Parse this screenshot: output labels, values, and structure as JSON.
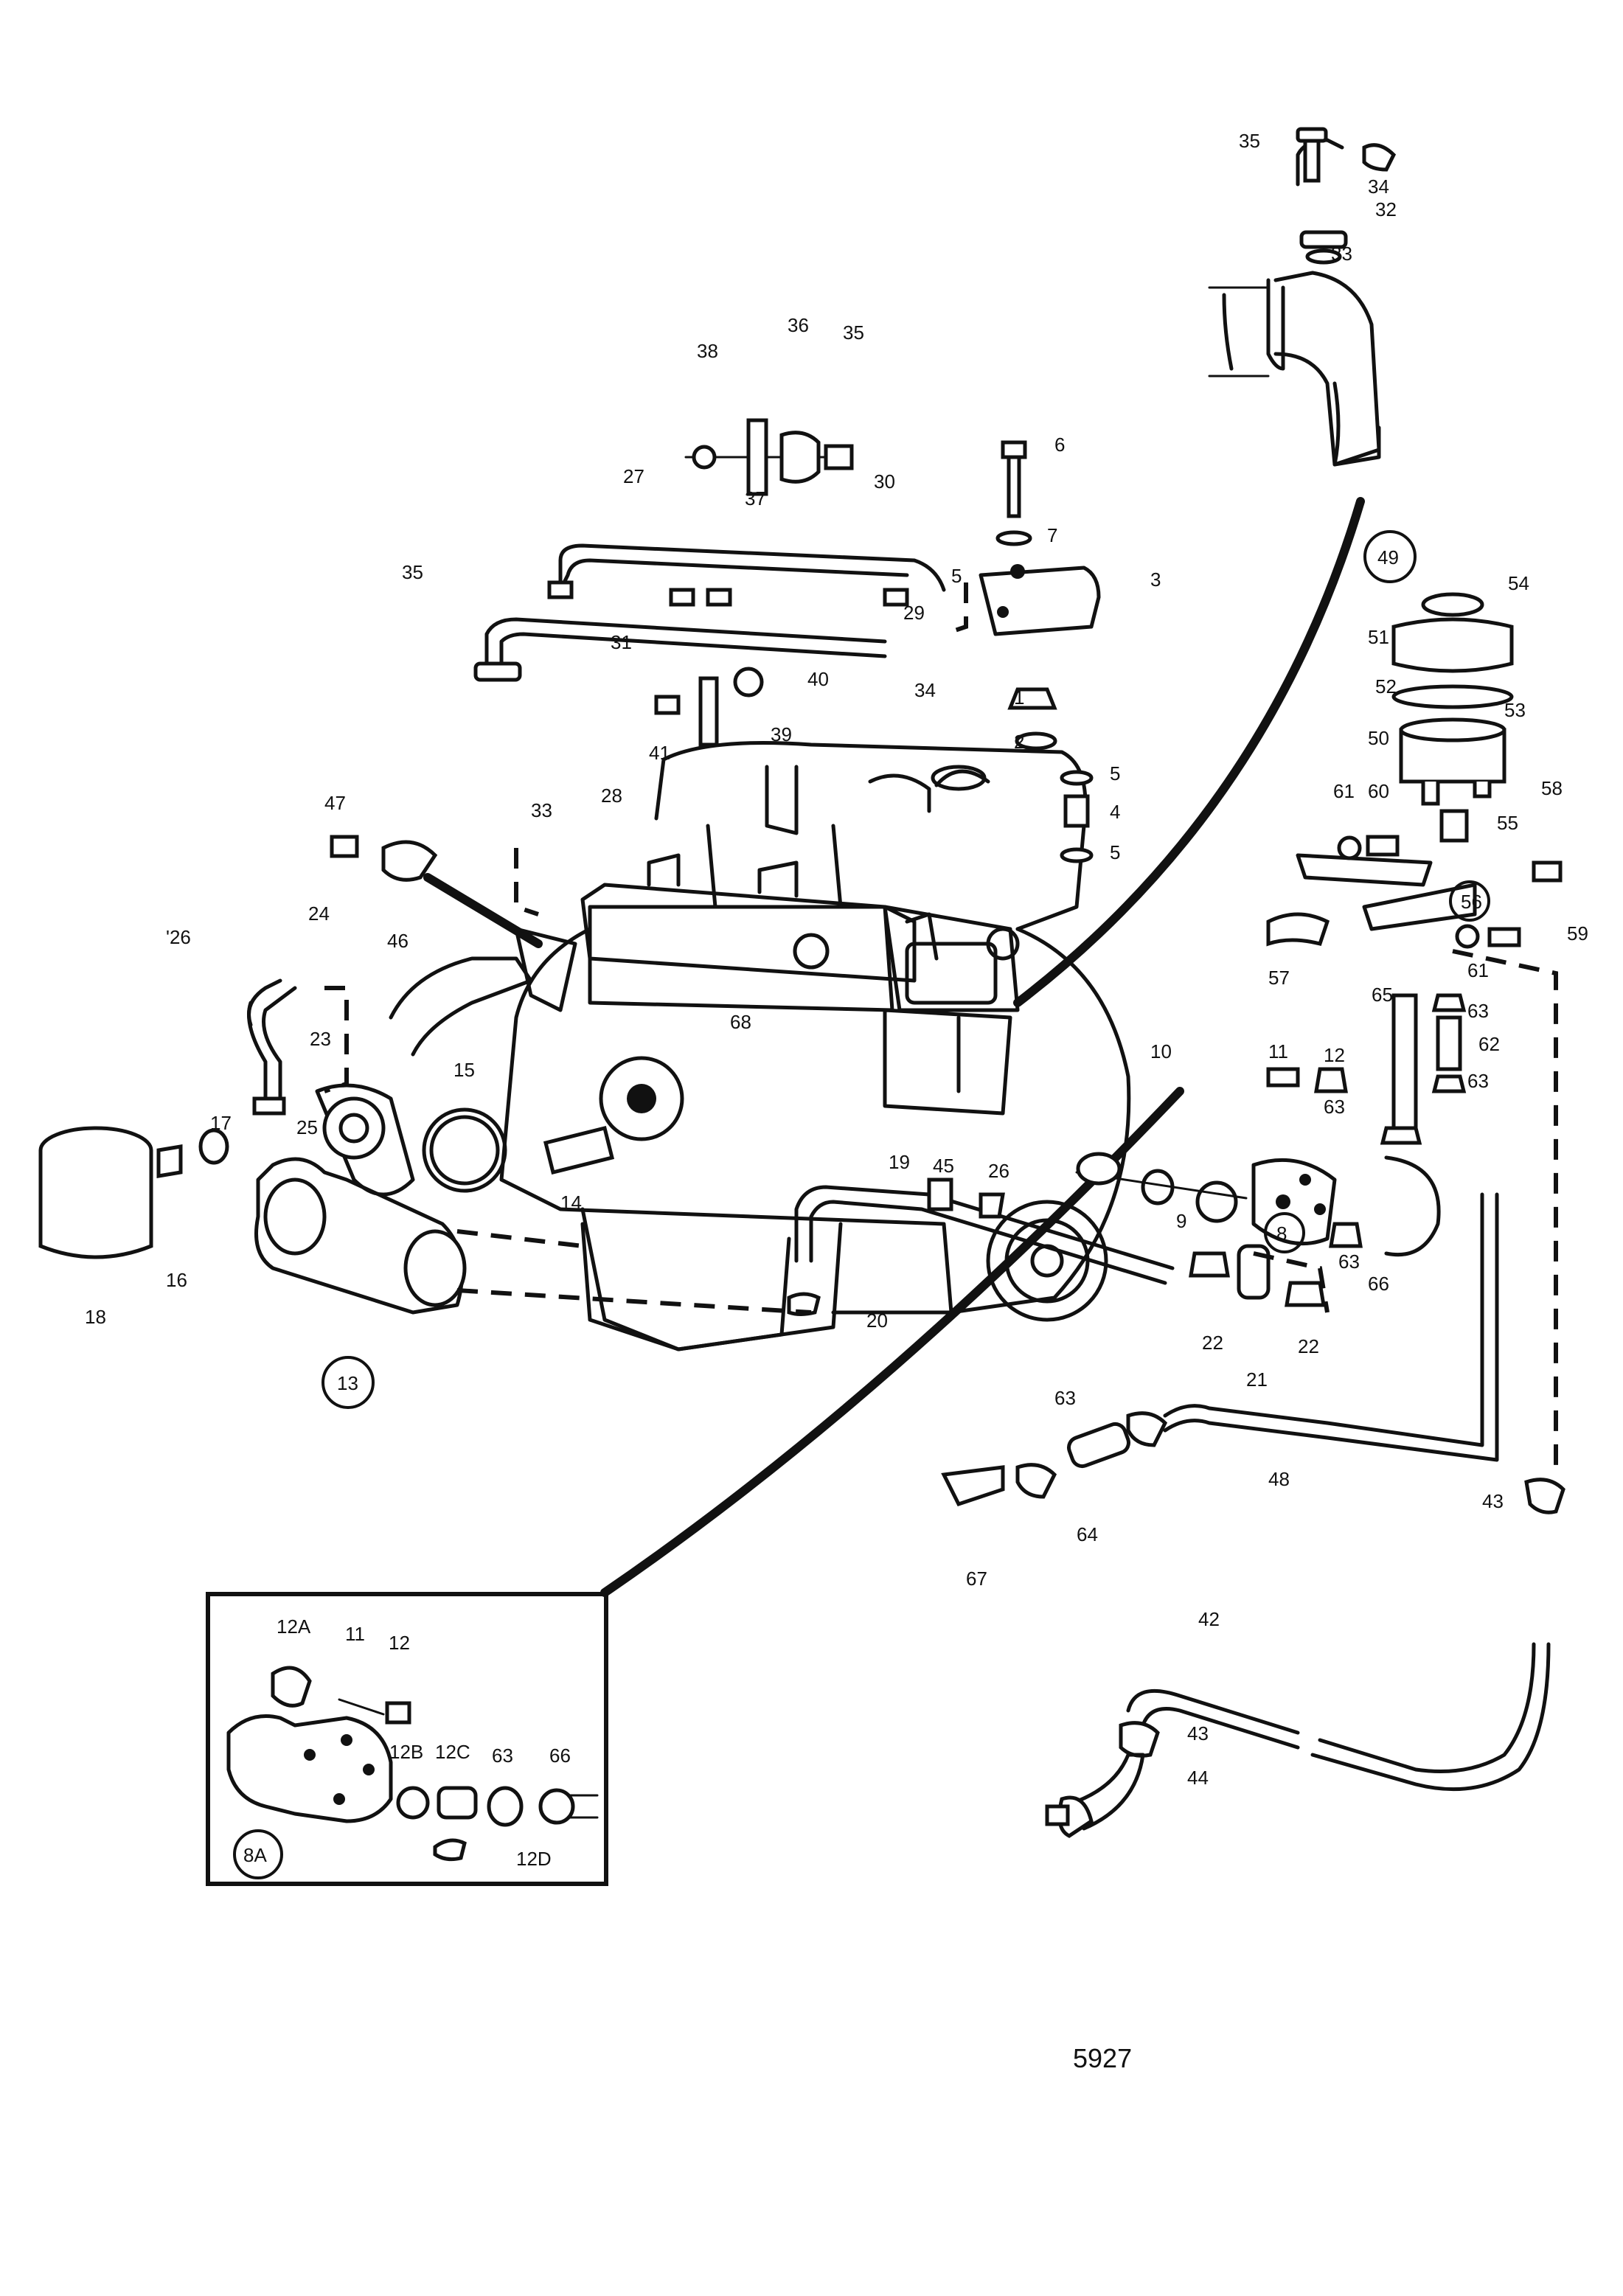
{
  "drawing_number": "5927",
  "inset_title": "",
  "callouts": [
    {
      "id": "c1",
      "text": "1"
    },
    {
      "id": "c2",
      "text": "2"
    },
    {
      "id": "c3",
      "text": "3"
    },
    {
      "id": "c4",
      "text": "4"
    },
    {
      "id": "c5a",
      "text": "5"
    },
    {
      "id": "c5b",
      "text": "5"
    },
    {
      "id": "c5c",
      "text": "5"
    },
    {
      "id": "c6",
      "text": "6"
    },
    {
      "id": "c7",
      "text": "7"
    },
    {
      "id": "c8",
      "text": "8"
    },
    {
      "id": "c9",
      "text": "9"
    },
    {
      "id": "c10",
      "text": "10"
    },
    {
      "id": "c11",
      "text": "11"
    },
    {
      "id": "c12",
      "text": "12"
    },
    {
      "id": "c13",
      "text": "13"
    },
    {
      "id": "c14",
      "text": "14"
    },
    {
      "id": "c15",
      "text": "15"
    },
    {
      "id": "c16",
      "text": "16"
    },
    {
      "id": "c17",
      "text": "17"
    },
    {
      "id": "c18",
      "text": "18"
    },
    {
      "id": "c19",
      "text": "19"
    },
    {
      "id": "c20",
      "text": "20"
    },
    {
      "id": "c21",
      "text": "21"
    },
    {
      "id": "c22a",
      "text": "22"
    },
    {
      "id": "c22b",
      "text": "22"
    },
    {
      "id": "c23",
      "text": "23"
    },
    {
      "id": "c24",
      "text": "24"
    },
    {
      "id": "c25",
      "text": "25"
    },
    {
      "id": "c26a",
      "text": "'26"
    },
    {
      "id": "c26b",
      "text": "26"
    },
    {
      "id": "c27",
      "text": "27"
    },
    {
      "id": "c28",
      "text": "28"
    },
    {
      "id": "c29",
      "text": "29"
    },
    {
      "id": "c30",
      "text": "30"
    },
    {
      "id": "c31",
      "text": "31"
    },
    {
      "id": "c32",
      "text": "32"
    },
    {
      "id": "c33a",
      "text": "33"
    },
    {
      "id": "c33b",
      "text": "33"
    },
    {
      "id": "c34a",
      "text": "34"
    },
    {
      "id": "c34b",
      "text": "34"
    },
    {
      "id": "c35a",
      "text": "35"
    },
    {
      "id": "c35b",
      "text": "35"
    },
    {
      "id": "c35c",
      "text": "35"
    },
    {
      "id": "c36",
      "text": "36"
    },
    {
      "id": "c37",
      "text": "37"
    },
    {
      "id": "c38",
      "text": "38"
    },
    {
      "id": "c39",
      "text": "39"
    },
    {
      "id": "c40",
      "text": "40"
    },
    {
      "id": "c41",
      "text": "41"
    },
    {
      "id": "c42",
      "text": "42"
    },
    {
      "id": "c43a",
      "text": "43"
    },
    {
      "id": "c43b",
      "text": "43"
    },
    {
      "id": "c44",
      "text": "44"
    },
    {
      "id": "c45",
      "text": "45"
    },
    {
      "id": "c46",
      "text": "46"
    },
    {
      "id": "c47",
      "text": "47"
    },
    {
      "id": "c48",
      "text": "48"
    },
    {
      "id": "c49",
      "text": "49"
    },
    {
      "id": "c50",
      "text": "50"
    },
    {
      "id": "c51",
      "text": "51"
    },
    {
      "id": "c52",
      "text": "52"
    },
    {
      "id": "c53",
      "text": "53"
    },
    {
      "id": "c54",
      "text": "54"
    },
    {
      "id": "c55",
      "text": "55"
    },
    {
      "id": "c56",
      "text": "56"
    },
    {
      "id": "c57",
      "text": "57"
    },
    {
      "id": "c58",
      "text": "58"
    },
    {
      "id": "c59",
      "text": "59"
    },
    {
      "id": "c60",
      "text": "60"
    },
    {
      "id": "c61a",
      "text": "61"
    },
    {
      "id": "c61b",
      "text": "61"
    },
    {
      "id": "c62",
      "text": "62"
    },
    {
      "id": "c63a",
      "text": "63"
    },
    {
      "id": "c63b",
      "text": "63"
    },
    {
      "id": "c63c",
      "text": "63"
    },
    {
      "id": "c63d",
      "text": "63"
    },
    {
      "id": "c63e",
      "text": "63"
    },
    {
      "id": "c64",
      "text": "64"
    },
    {
      "id": "c65",
      "text": "65"
    },
    {
      "id": "c66",
      "text": "66"
    },
    {
      "id": "c67",
      "text": "67"
    },
    {
      "id": "c68",
      "text": "68"
    },
    {
      "id": "i12A",
      "text": "12A"
    },
    {
      "id": "i11",
      "text": "11"
    },
    {
      "id": "i12",
      "text": "12"
    },
    {
      "id": "i12B",
      "text": "12B"
    },
    {
      "id": "i12C",
      "text": "12C"
    },
    {
      "id": "i63",
      "text": "63"
    },
    {
      "id": "i66",
      "text": "66"
    },
    {
      "id": "i12D",
      "text": "12D"
    },
    {
      "id": "i8A",
      "text": "8A"
    }
  ]
}
